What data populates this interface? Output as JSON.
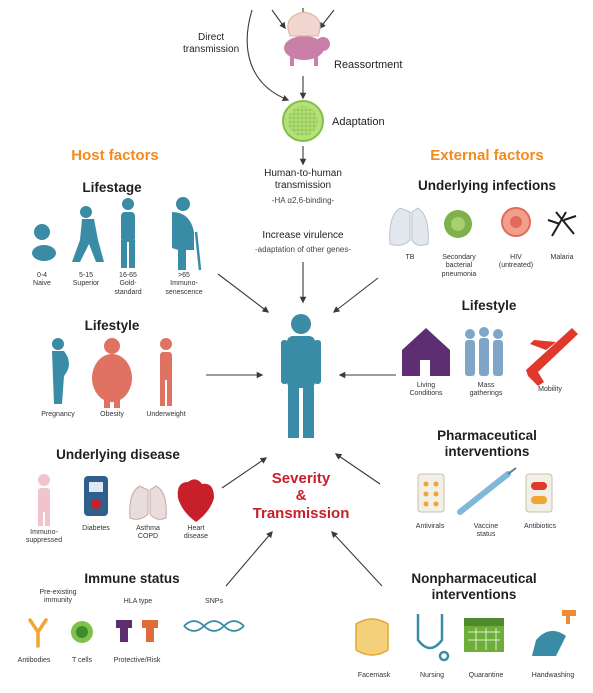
{
  "top": {
    "direct_transmission": "Direct\ntransmission",
    "reassortment": "Reassortment",
    "adaptation": "Adaptation",
    "h2h_title": "Human-to-human\ntransmission",
    "h2h_sub": "-HA α2,6-binding-",
    "virulence_title": "Increase virulence",
    "virulence_sub": "-adaptation of other genes-"
  },
  "host": {
    "title": "Host factors",
    "lifestage": {
      "title": "Lifestage",
      "items": [
        "0-4\nNaive",
        "5-15\nSuperior",
        "16-65\nGold-\nstandard",
        ">65\nImmuno-\nsenescence"
      ]
    },
    "lifestyle": {
      "title": "Lifestyle",
      "items": [
        "Pregnancy",
        "Obesity",
        "Underweight"
      ]
    },
    "disease": {
      "title": "Underlying disease",
      "items": [
        "Immuno-\nsuppressed",
        "Diabetes",
        "Asthma\nCOPD",
        "Heart\ndisease"
      ]
    },
    "immune": {
      "title": "Immune status",
      "labels": [
        "Pre-existing\nimmunity",
        "HLA type",
        "SNPs"
      ],
      "items": [
        "Antibodies",
        "T cells",
        "Protective/Risk"
      ]
    }
  },
  "external": {
    "title": "External factors",
    "infections": {
      "title": "Underlying infections",
      "items": [
        "TB",
        "Secondary\nbacterial\npneumonia",
        "HIV\n(untreated)",
        "Malaria"
      ]
    },
    "lifestyle": {
      "title": "Lifestyle",
      "items": [
        "Living\nConditions",
        "Mass\ngatherings",
        "Mobility"
      ]
    },
    "pharma": {
      "title": "Pharmaceutical\ninterventions",
      "items": [
        "Antivirals",
        "Vaccine\nstatus",
        "Antibiotics"
      ]
    },
    "nonpharma": {
      "title": "Nonpharmaceutical\ninterventions",
      "items": [
        "Facemask",
        "Nursing",
        "Quarantine",
        "Handwashing"
      ]
    }
  },
  "center": {
    "label": "Severity\n&\nTransmission"
  },
  "colors": {
    "accent_orange": "#f28a1f",
    "center_red": "#c8202a",
    "teal": "#3a8ba6",
    "salmon": "#e07262",
    "purple": "#5d2f72"
  }
}
